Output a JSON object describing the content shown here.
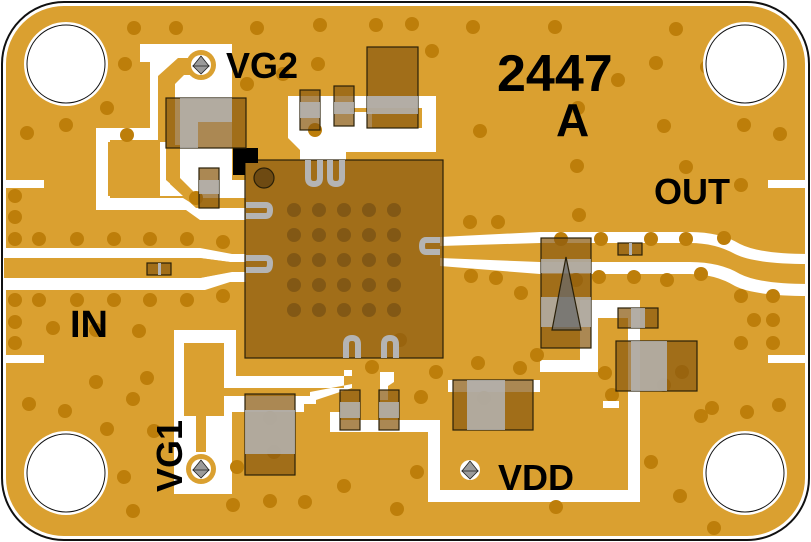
{
  "board": {
    "part_number": "2447",
    "revision": "A",
    "colors": {
      "copper": "#DAA030",
      "via": "#BD7E0A",
      "component": "#8B5A10",
      "pad": "#B4B4B4",
      "substrate_gap": "#FFFFFF",
      "pin1_marker": "#000000"
    }
  },
  "labels": {
    "vg2": "VG2",
    "vg1": "VG1",
    "vdd": "VDD",
    "in": "IN",
    "out": "OUT"
  },
  "connectors": [
    {
      "name": "vg2-pad",
      "label": "VG2"
    },
    {
      "name": "vg1-pad",
      "label": "VG1"
    },
    {
      "name": "vdd-pad",
      "label": "VDD"
    }
  ],
  "ports": [
    {
      "name": "rf-input",
      "label": "IN"
    },
    {
      "name": "rf-output",
      "label": "OUT"
    }
  ]
}
